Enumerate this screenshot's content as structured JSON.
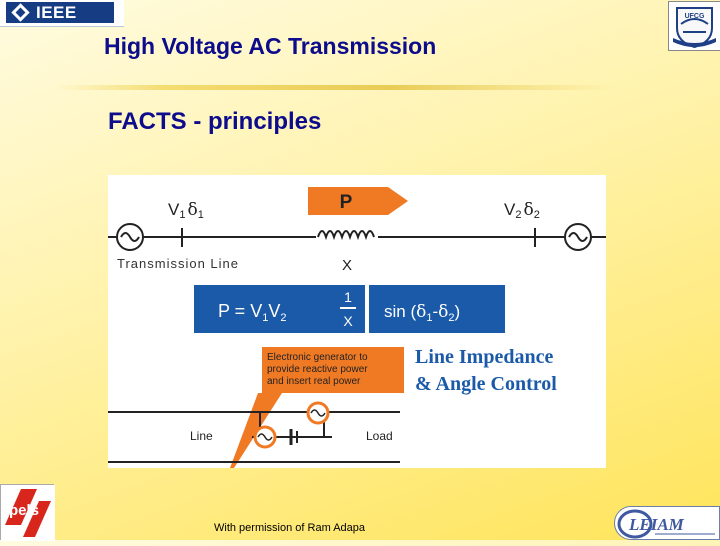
{
  "header": {
    "title": "High Voltage AC Transmission",
    "subtitle": "FACTS - principles"
  },
  "logos": {
    "ieee": "IEEE",
    "ufcg": "UFCG",
    "pels": "pels",
    "elam": "LEIAM"
  },
  "diagram": {
    "v1_label": "V",
    "v1_sub": "1",
    "v1_delta": "δ",
    "v1_delta_sub": "1",
    "v2_label": "V",
    "v2_sub": "2",
    "v2_delta": "δ",
    "v2_delta_sub": "2",
    "power_arrow": "P",
    "line_label": "Transmission Line",
    "reactance_label": "X",
    "eq_left": "P  =  V",
    "eq_v1_sub": "1",
    "eq_v2": "V",
    "eq_v2_sub": "2",
    "frac_num": "1",
    "frac_den": "X",
    "eq_sin": "sin (",
    "eq_d1": "δ",
    "eq_d1_sub": "1",
    "eq_minus": "-",
    "eq_d2": "δ",
    "eq_d2_sub": "2",
    "eq_close": ")",
    "callout_line1": "Electronic generator to",
    "callout_line2": "provide reactive power",
    "callout_line3": "and insert real power",
    "impedance_line1": "Line Impedance",
    "impedance_line2": "& Angle Control",
    "bottom_line_label": "Line",
    "bottom_load_label": "Load",
    "colors": {
      "arrow_orange": "#f07a24",
      "equation_blue": "#1a5aa8",
      "text_dark": "#222222"
    }
  },
  "footer": {
    "credit": "With permission of Ram Adapa"
  }
}
